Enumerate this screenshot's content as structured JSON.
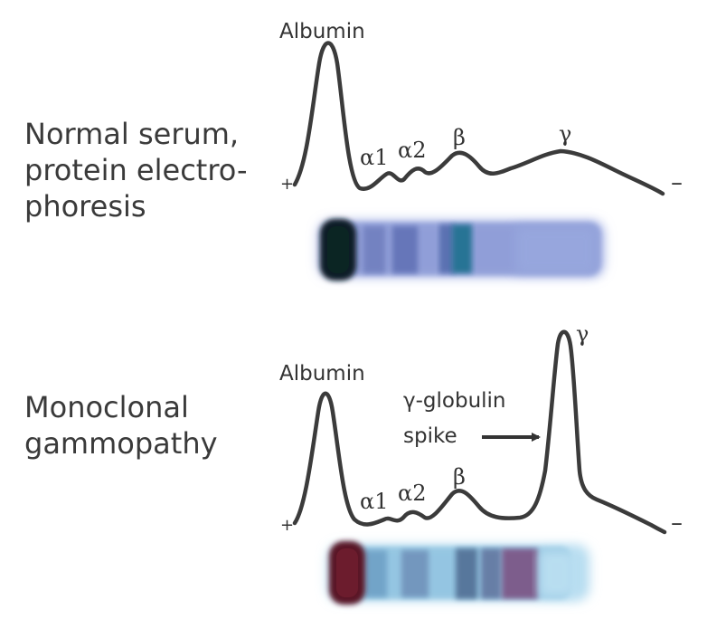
{
  "panels": [
    {
      "side_label": [
        "Normal serum,",
        "protein electro-",
        "phoresis"
      ],
      "peaks": {
        "albumin": "Albumin",
        "alpha1": "α1",
        "alpha2": "α2",
        "beta": "β",
        "gamma": "γ"
      },
      "anode": "+",
      "cathode": "–",
      "colors": {
        "curve": "#3b3b3b",
        "band": "#8d9bd6",
        "albumin_band": "#101a26",
        "beta_band": "#1e6f8e"
      }
    },
    {
      "side_label": [
        "Monoclonal",
        "gammopathy"
      ],
      "peaks": {
        "albumin": "Albumin",
        "alpha1": "α1",
        "alpha2": "α2",
        "beta": "β",
        "gamma": "γ"
      },
      "annotation": [
        "γ-globulin",
        "spike"
      ],
      "anode": "+",
      "cathode": "–",
      "colors": {
        "curve": "#3b3b3b",
        "band": "#8fc2e0",
        "albumin_band": "#5a1828",
        "gamma_band": "#7a4c7e"
      }
    }
  ]
}
